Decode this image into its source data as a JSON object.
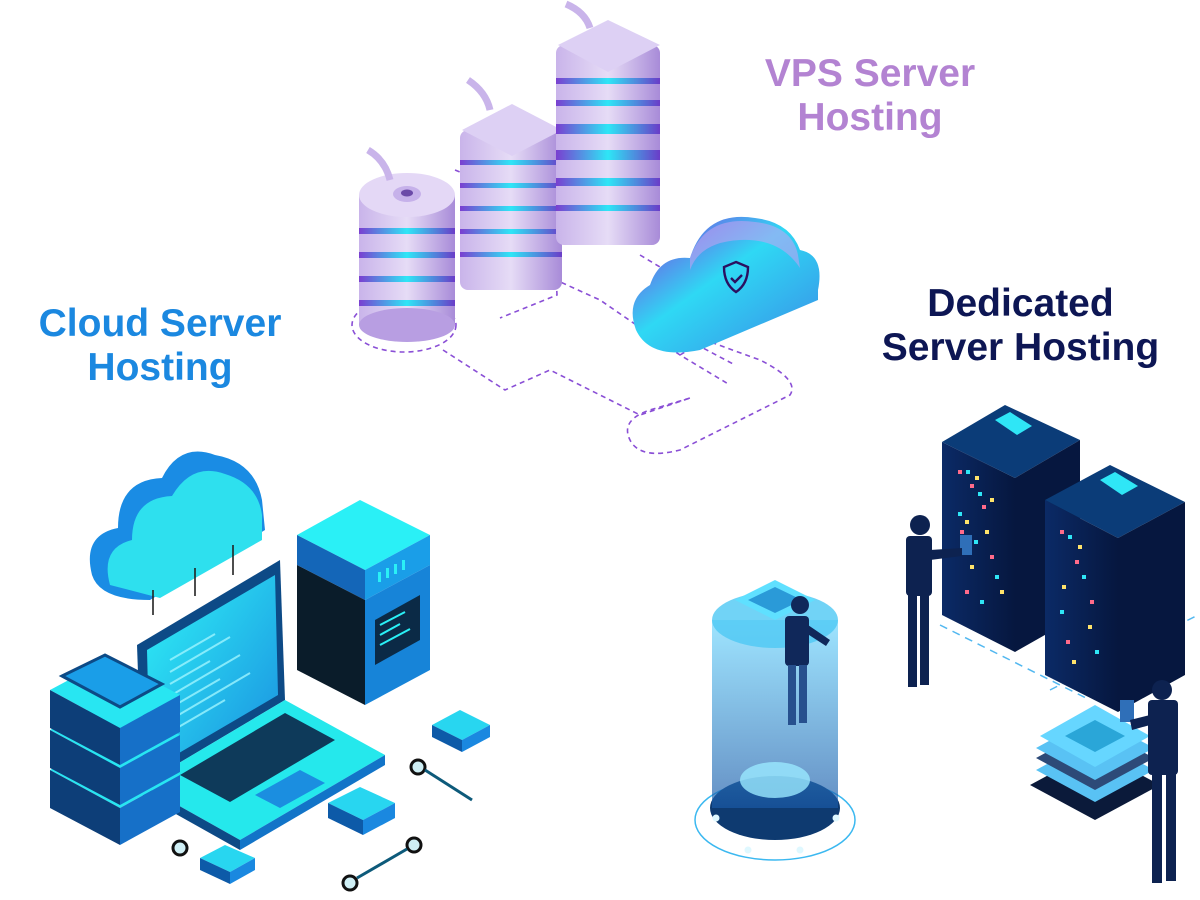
{
  "labels": {
    "vps": {
      "line1": "VPS Server",
      "line2": "Hosting",
      "color": "#b383d2"
    },
    "cloud": {
      "line1": "Cloud Server",
      "line2": "Hosting",
      "color": "#1b88e0"
    },
    "dedicated": {
      "line1": "Dedicated",
      "line2": "Server Hosting",
      "color": "#0d1654"
    }
  },
  "illustrations": {
    "vps": {
      "name": "vps-server-cluster",
      "icon": "shield-check-icon",
      "accent": "#a98ad6"
    },
    "cloud": {
      "name": "cloud-hosting-setup",
      "accent": "#22d4f0"
    },
    "dedicated": {
      "name": "dedicated-server-room",
      "accent": "#0b2a66"
    }
  },
  "colors": {
    "lavender_light": "#d6c6ee",
    "lavender_mid": "#b49ae0",
    "lavender_dark": "#8e6cc8",
    "cyan": "#2fe0f5",
    "blue": "#1780d8",
    "navy": "#0b1e5a",
    "dash": "#8a4fd6"
  }
}
